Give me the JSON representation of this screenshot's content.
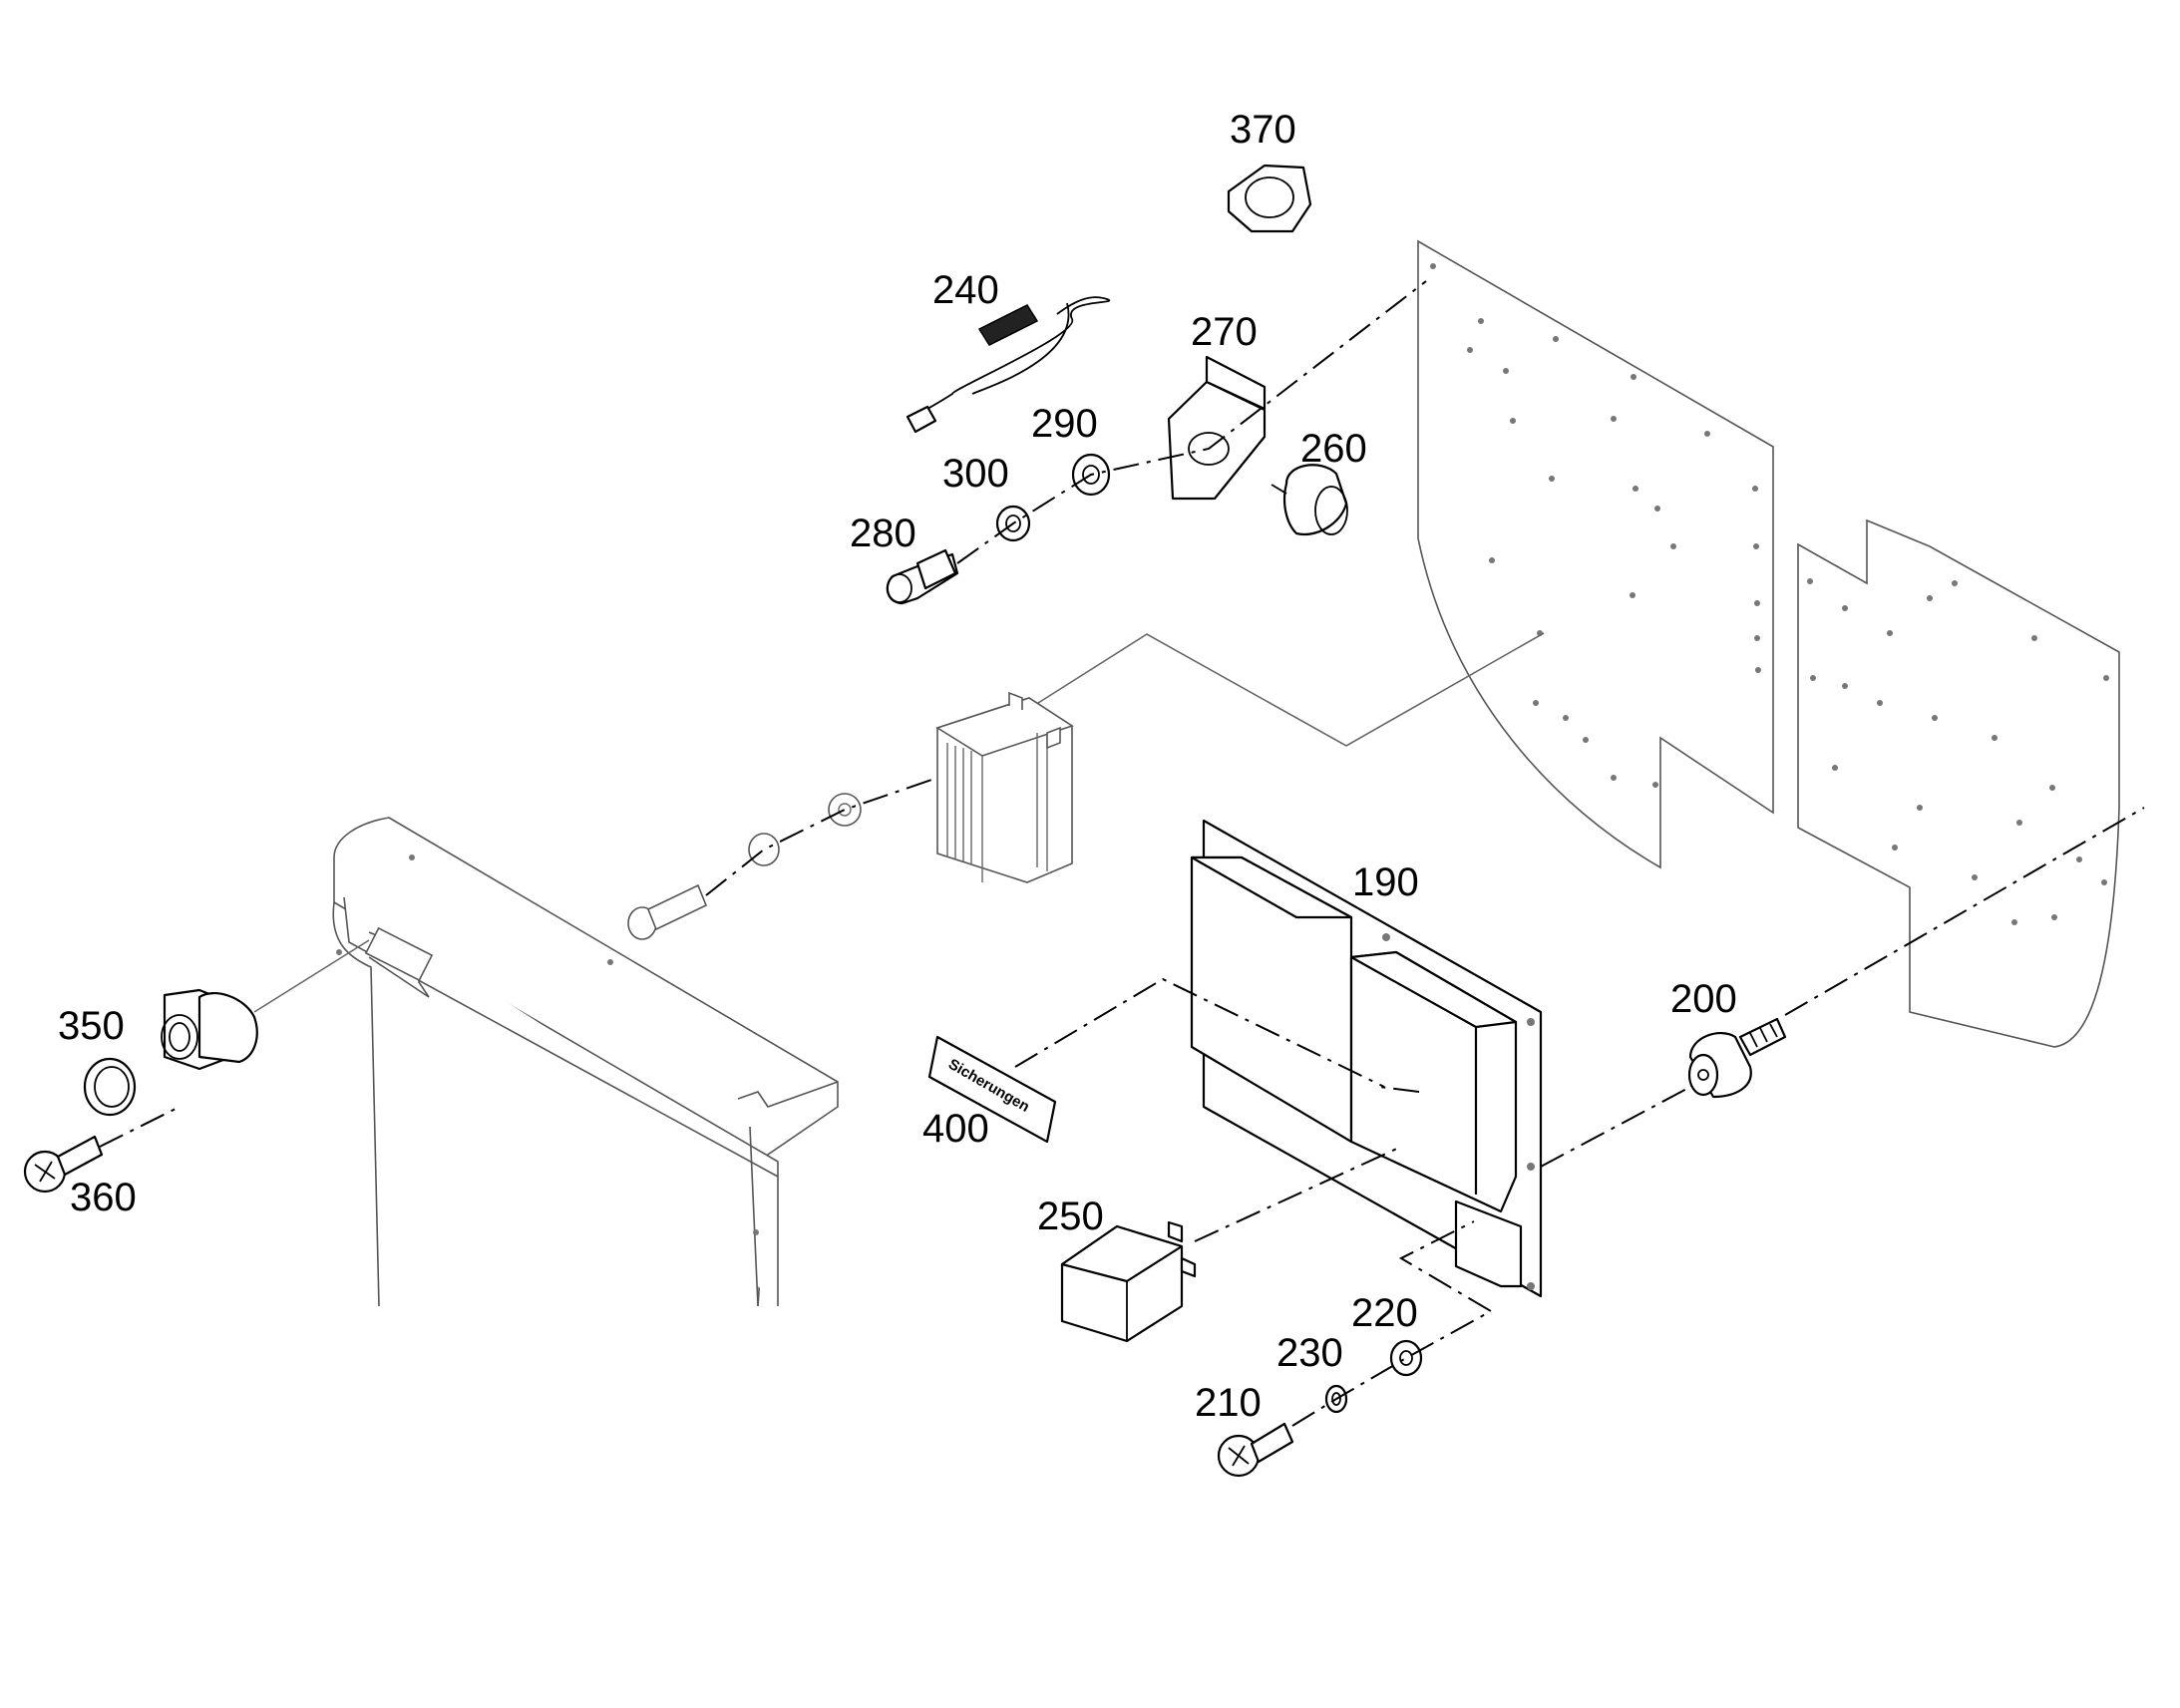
{
  "callouts": {
    "c370": "370",
    "c240": "240",
    "c270": "270",
    "c290": "290",
    "c260": "260",
    "c300": "300",
    "c280": "280",
    "c190": "190",
    "c350": "350",
    "c360": "360",
    "c400": "400",
    "c200": "200",
    "c250": "250",
    "c220": "220",
    "c230": "230",
    "c210": "210"
  },
  "plate_text": "Sicherungen"
}
